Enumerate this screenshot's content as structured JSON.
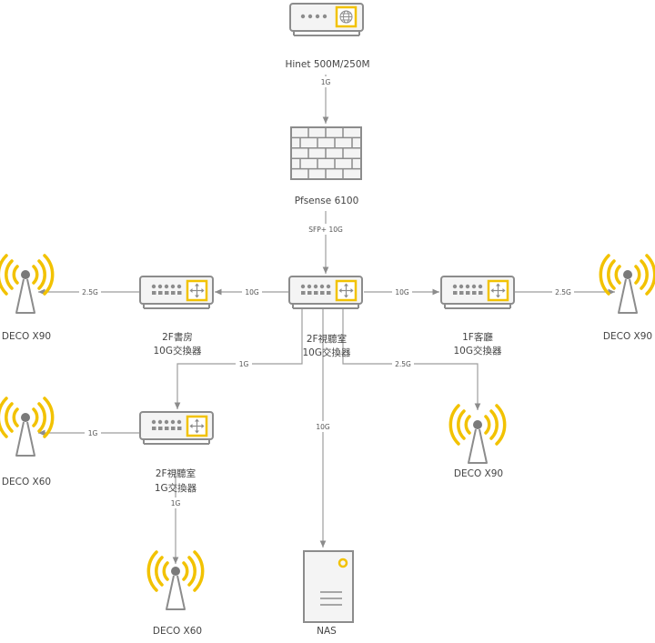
{
  "nodes": {
    "modem": {
      "label": "Hinet 500M/250M",
      "icon": "modem-icon"
    },
    "firewall": {
      "label": "Pfsense 6100",
      "icon": "firewall-icon"
    },
    "core_switch": {
      "label_line1": "2F視聽室",
      "label_line2": "10G交換器",
      "icon": "switch-icon"
    },
    "study_switch": {
      "label_line1": "2F書房",
      "label_line2": "10G交換器",
      "icon": "switch-icon"
    },
    "living_switch": {
      "label_line1": "1F客廳",
      "label_line2": "10G交換器",
      "icon": "switch-icon"
    },
    "av_1g_switch": {
      "label_line1": "2F視聽室",
      "label_line2": "1G交換器",
      "icon": "switch-icon"
    },
    "ap_study": {
      "label": "DECO X90",
      "icon": "wifi-tower-icon"
    },
    "ap_living": {
      "label": "DECO X90",
      "icon": "wifi-tower-icon"
    },
    "ap_core": {
      "label": "DECO X90",
      "icon": "wifi-tower-icon"
    },
    "ap_av_left": {
      "label": "DECO X60",
      "icon": "wifi-tower-icon"
    },
    "ap_av_bottom": {
      "label": "DECO X60",
      "icon": "wifi-tower-icon"
    },
    "nas": {
      "label": "NAS",
      "icon": "server-icon"
    }
  },
  "edges": {
    "modem_firewall": "1G",
    "firewall_core": "SFP+ 10G",
    "core_study": "10G",
    "core_living": "10G",
    "study_ap": "2.5G",
    "living_ap": "2.5G",
    "core_av1g": "1G",
    "core_ap": "2.5G",
    "core_nas": "10G",
    "av1g_apleft": "1G",
    "av1g_apbottom": "1G"
  },
  "colors": {
    "line": "#9e9e9e",
    "accent": "#f2c200",
    "device_stroke": "#8c8c8c",
    "device_fill": "#f4f4f4"
  }
}
